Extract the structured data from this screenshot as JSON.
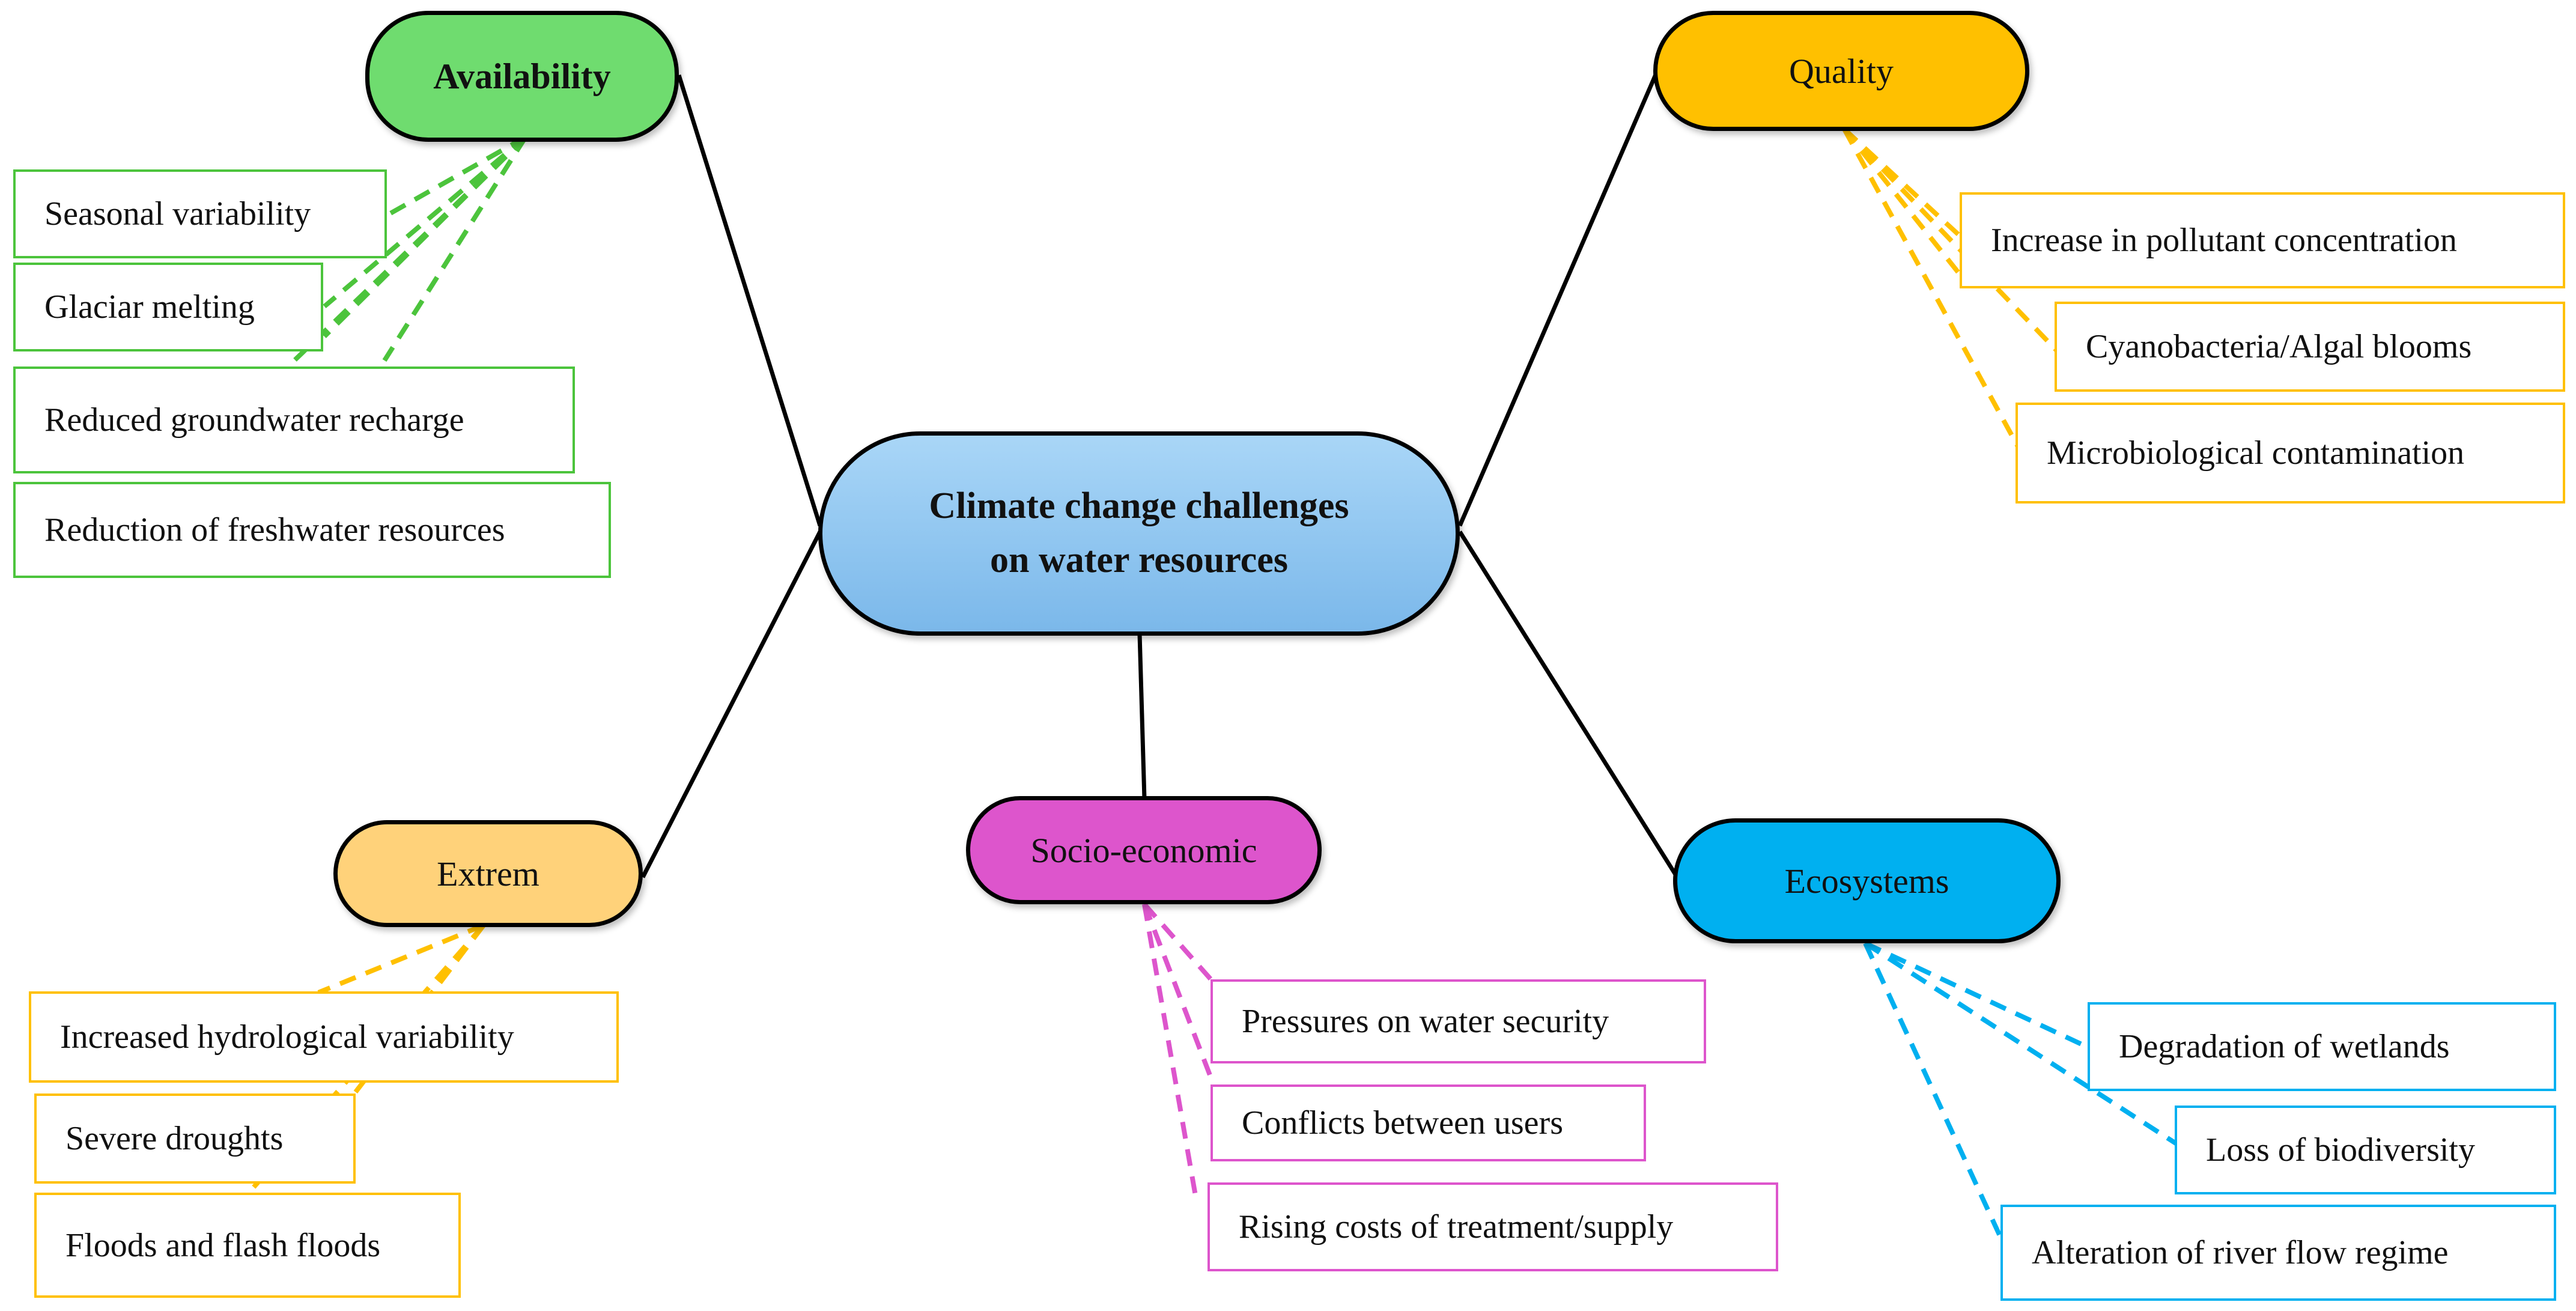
{
  "center": {
    "line1": "Climate change challenges",
    "line2": "on water resources"
  },
  "categories": {
    "availability": {
      "label": "Availability",
      "color": "#5ecf5e",
      "items": [
        "Seasonal variability",
        "Glaciar melting",
        "Reduced groundwater recharge",
        "Reduction of freshwater resources"
      ]
    },
    "quality": {
      "label": "Quality",
      "color": "#ffc000",
      "items": [
        "Increase in pollutant concentration",
        "Cyanobacteria/Algal blooms",
        "Microbiological contamination"
      ]
    },
    "extrem": {
      "label": "Extrem",
      "color": "#ffd27a",
      "items": [
        "Increased hydrological variability",
        "Severe droughts",
        "Floods and flash floods"
      ]
    },
    "socio_economic": {
      "label": "Socio-economic",
      "color": "#dd55cc",
      "items": [
        "Pressures on water security",
        "Conflicts between users",
        "Rising costs of treatment/supply"
      ]
    },
    "ecosystems": {
      "label": "Ecosystems",
      "color": "#00b0f0",
      "items": [
        "Degradation of wetlands",
        "Loss of biodiversity",
        "Alteration of river flow regime"
      ]
    }
  }
}
